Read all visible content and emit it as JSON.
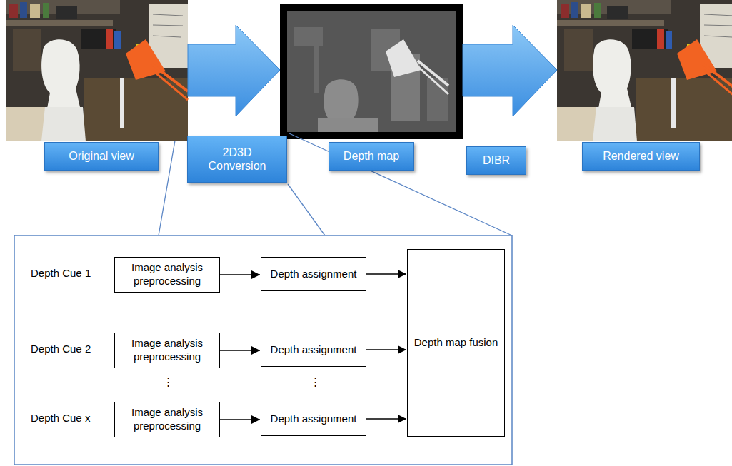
{
  "diagram": {
    "nodes": [
      {
        "text": [
          "Original view"
        ]
      },
      {
        "text": [
          "2D3D Conversion"
        ]
      },
      {
        "text": [
          "Depth map"
        ]
      },
      {
        "text": [
          "DIBR"
        ]
      },
      {
        "text": [
          "Rendered view"
        ]
      },
      {
        "text": [
          "Image analysis preprocessing"
        ]
      },
      {
        "text": [
          "Depth assignment"
        ]
      },
      {
        "text": [
          "Depth map fusion"
        ]
      },
      {
        "text": [
          "Image analysis preprocessing"
        ]
      },
      {
        "text": [
          "Depth assignment"
        ]
      },
      {
        "text": [
          "Image analysis preprocessing"
        ]
      },
      {
        "text": [
          "Depth assignment"
        ]
      }
    ],
    "edges": [
      {
        "from": 5,
        "to": 6,
        "arrow": "to"
      },
      {
        "from": 6,
        "to": 7,
        "arrow": "to"
      },
      {
        "from": 8,
        "to": 9,
        "arrow": "to"
      },
      {
        "from": 9,
        "to": 7,
        "arrow": "to"
      },
      {
        "from": 10,
        "to": 11,
        "arrow": "to"
      },
      {
        "from": 11,
        "to": 7,
        "arrow": "to"
      }
    ],
    "labels": [
      "Depth Cue 1",
      "Depth Cue 2",
      "⋮",
      "⋮",
      "Depth Cue x"
    ]
  }
}
